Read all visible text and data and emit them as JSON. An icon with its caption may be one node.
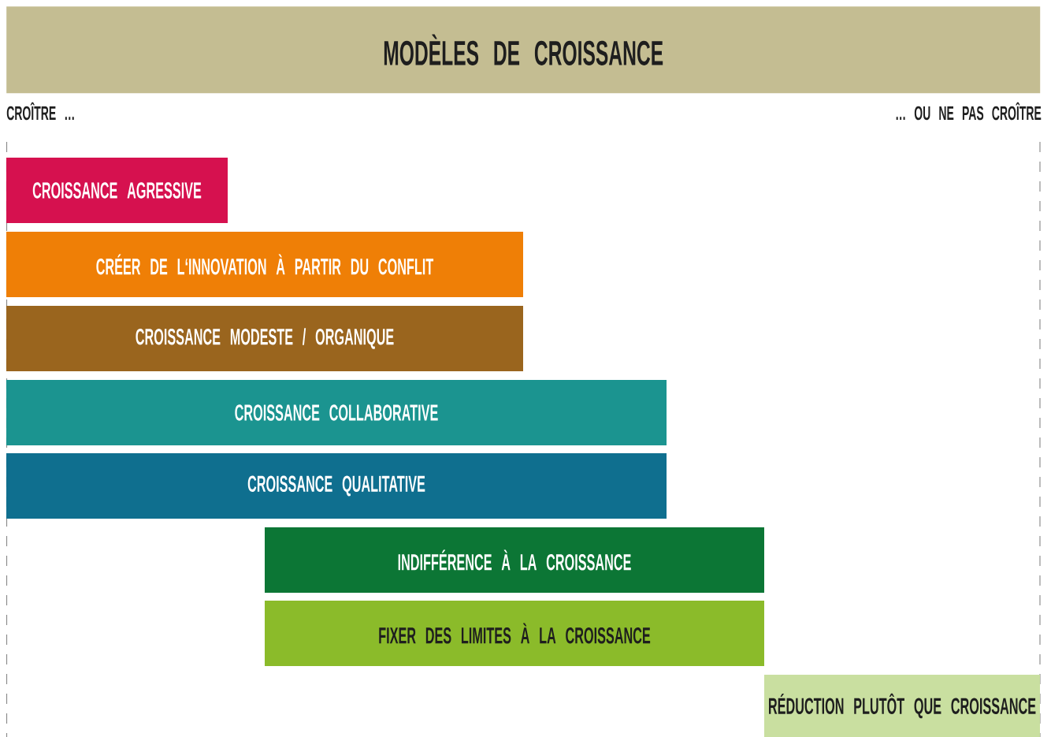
{
  "diagram": {
    "title": "MODÈLES DE CROISSANCE",
    "nodes": [
      {
        "text": [
          "CROISSANCE AGRESSIVE"
        ]
      },
      {
        "text": [
          "CRÉER DE L‘INNOVATION À PARTIR DU CONFLIT"
        ]
      },
      {
        "text": [
          "CROISSANCE MODESTE / ORGANIQUE"
        ]
      },
      {
        "text": [
          "CROISSANCE COLLABORATIVE"
        ]
      },
      {
        "text": [
          "CROISSANCE QUALITATIVE"
        ]
      },
      {
        "text": [
          "INDIFFÉRENCE À LA CROISSANCE"
        ]
      },
      {
        "text": [
          "FIXER DES LIMITES À LA CROISSANCE"
        ]
      },
      {
        "text": [
          "RÉDUCTION PLUTÔT QUE CROISSANCE"
        ]
      }
    ],
    "labels": [
      "CROÎTRE …",
      "… OU NE PAS CROÎTRE"
    ]
  }
}
